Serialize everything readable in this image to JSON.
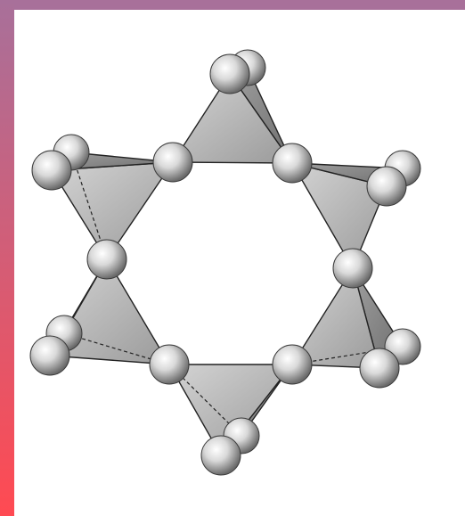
{
  "frame": {
    "gradient_top": "#a8709a",
    "gradient_bottom": "#ff4a52",
    "top_bar_color": "#a8709a"
  },
  "structure": {
    "description_type": "ball-and-stick polyhedral ring",
    "tetrahedra_count": 6,
    "atoms_per_tetrahedron": 4,
    "shared_corner_atoms": 6,
    "colors": {
      "face_light": "#cfcfcf",
      "face_dark": "#8a8a8a",
      "edge": "#222222",
      "atom_highlight": "#ffffff",
      "atom_mid": "#d9d9d9",
      "atom_shadow": "#6a6a6a"
    }
  }
}
